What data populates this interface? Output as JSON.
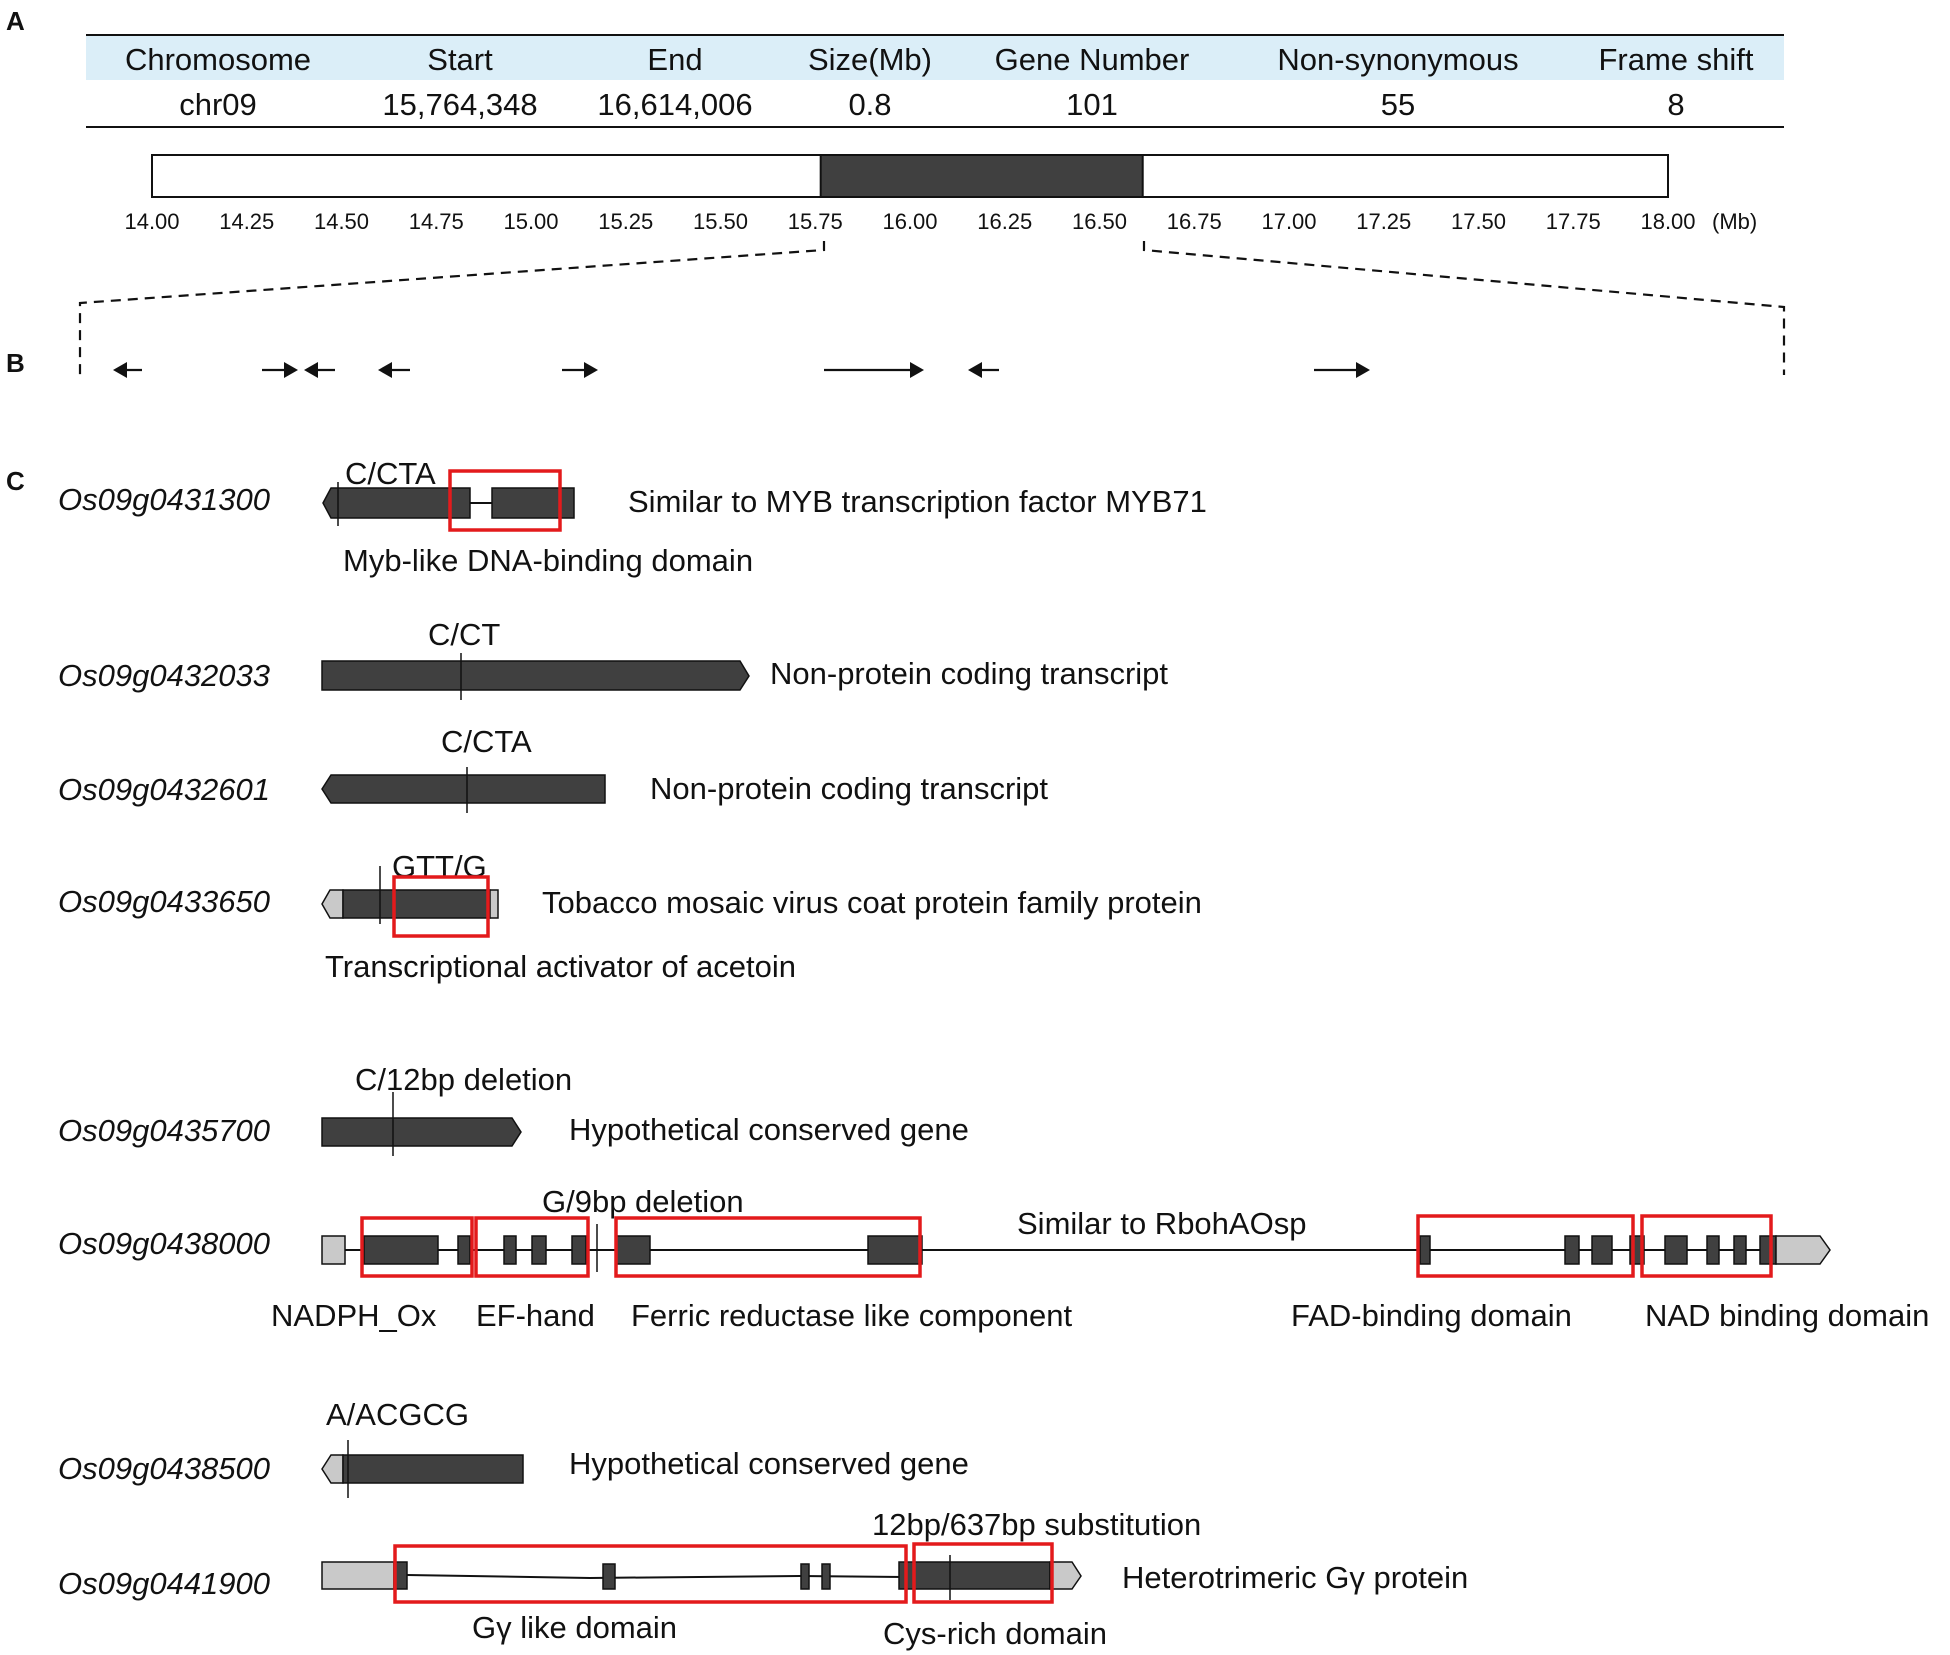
{
  "panels": {
    "a": "A",
    "b": "B",
    "c": "C"
  },
  "table": {
    "headers": [
      "Chromosome",
      "Start",
      "End",
      "Size(Mb)",
      "Gene Number",
      "Non-synonymous",
      "Frame shift"
    ],
    "row": [
      "chr09",
      "15,764,348",
      "16,614,006",
      "0.8",
      "101",
      "55",
      "8"
    ],
    "header_bg": "#dbeef8"
  },
  "chromosome_bar": {
    "ticks": [
      "14.00",
      "14.25",
      "14.50",
      "14.75",
      "15.00",
      "15.25",
      "15.50",
      "15.75",
      "16.00",
      "16.25",
      "16.50",
      "16.75",
      "17.00",
      "17.25",
      "17.50",
      "17.75",
      "18.00"
    ],
    "unit": "(Mb)",
    "highlight_mb": [
      15.764348,
      16.614006
    ],
    "range_mb": [
      14.0,
      18.0
    ]
  },
  "genes": [
    {
      "id": "Os09g0431300",
      "description": "Similar to MYB transcription factor MYB71",
      "variant": "C/CTA",
      "domains": [
        "Myb-like DNA-binding domain"
      ]
    },
    {
      "id": "Os09g0432033",
      "description": "Non-protein coding transcript",
      "variant": "C/CT",
      "domains": []
    },
    {
      "id": "Os09g0432601",
      "description": "Non-protein coding transcript",
      "variant": "C/CTA",
      "domains": []
    },
    {
      "id": "Os09g0433650",
      "description": "Tobacco mosaic virus coat protein family protein",
      "variant": "GTT/G",
      "domains": [
        "Transcriptional activator of acetoin"
      ]
    },
    {
      "id": "Os09g0435700",
      "description": "Hypothetical conserved gene",
      "variant": "C/12bp deletion",
      "domains": []
    },
    {
      "id": "Os09g0438000",
      "description": "Similar to RbohAOsp",
      "variant": "G/9bp deletion",
      "domains": [
        "NADPH_Ox",
        "EF-hand",
        "Ferric reductase like component",
        "FAD-binding domain",
        "NAD binding domain"
      ]
    },
    {
      "id": "Os09g0438500",
      "description": "Hypothetical conserved gene",
      "variant": "A/ACGCG",
      "domains": []
    },
    {
      "id": "Os09g0441900",
      "description": "Heterotrimeric Gγ protein",
      "variant": "12bp/637bp substitution",
      "domains": [
        "Gγ like domain",
        "Cys-rich domain"
      ]
    }
  ],
  "colors": {
    "exon": "#404040",
    "utr": "#c9c9c9",
    "domain_box": "#e31a1c"
  }
}
